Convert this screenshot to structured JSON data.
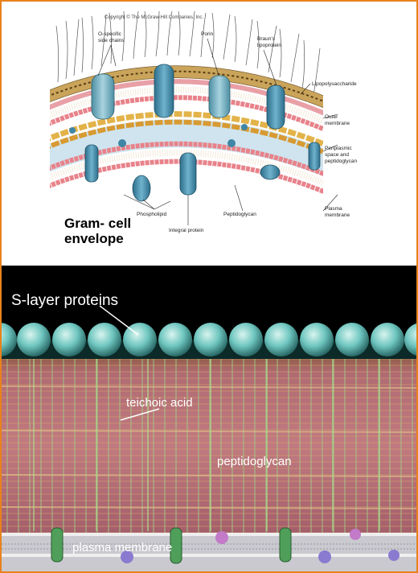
{
  "top_figure": {
    "copyright": "Copyright © The McGraw-Hill Companies, Inc.",
    "title_line1": "Gram- cell",
    "title_line2": "envelope",
    "labels": {
      "o_specific": "O-specific",
      "side_chains": "side chains",
      "porin": "Porin",
      "brauns": "Braun's",
      "lipoprotein": "lipoprotein",
      "lps": "Lipopolysaccharide",
      "outer1": "Outer",
      "outer2": "membrane",
      "peri1": "Periplasmic",
      "peri2": "space and",
      "peri3": "peptidoglycan",
      "plasma1": "Plasma",
      "plasma2": "membrane",
      "phospholipid": "Phospholipid",
      "peptidoglycan": "Peptidoglycan",
      "integral": "Integral protein"
    },
    "colors": {
      "membrane_head": "#e8828a",
      "protein": "#3f86a6",
      "peptidoglycan": "#e3b34a",
      "lps": "#8a6a3a",
      "periplasm": "#cfe4ee"
    }
  },
  "bottom_figure": {
    "labels": {
      "s_layer": "S-layer proteins",
      "teichoic": "teichoic acid",
      "peptidoglycan": "peptidoglycan",
      "plasma_membrane": "plasma membrane"
    },
    "colors": {
      "s_layer": "#6fc6c0",
      "wall": "#b76a74",
      "strands": "#8fbf7c"
    }
  }
}
